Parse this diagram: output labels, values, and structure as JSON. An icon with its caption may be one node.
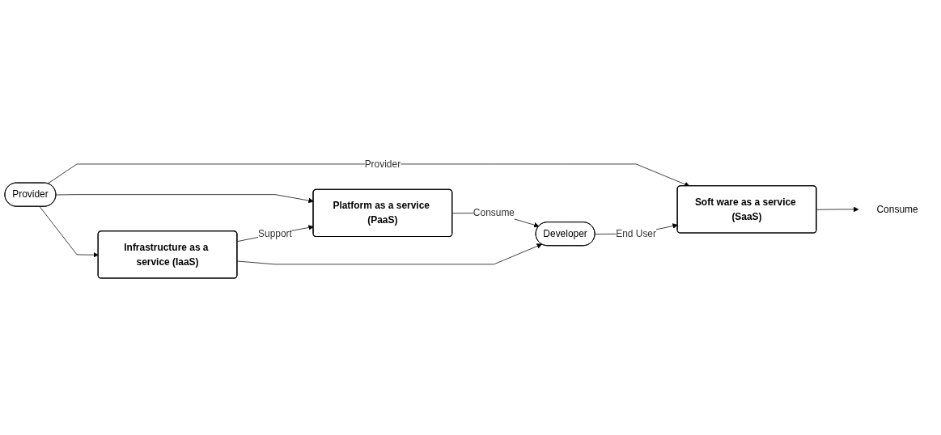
{
  "diagram": {
    "nodes": [
      {
        "text": [
          "Provider"
        ]
      },
      {
        "text": [
          "Soft ware as a service (SaaS)"
        ]
      },
      {
        "text": [
          "Platform as a service (PaaS)"
        ]
      },
      {
        "text": [
          "Infrastructure as a service (IaaS)"
        ]
      },
      {
        "text": [
          "Developer"
        ]
      },
      {
        "text": [
          "Consume"
        ]
      }
    ],
    "edges": [
      {
        "from": 0,
        "to": 1,
        "arrow": "to",
        "label": "Provider"
      },
      {
        "from": 0,
        "to": 2,
        "arrow": "to"
      },
      {
        "from": 0,
        "to": 3,
        "arrow": "to"
      },
      {
        "from": 3,
        "to": 2,
        "arrow": "to",
        "label": "Support"
      },
      {
        "from": 1,
        "to": 5,
        "arrow": "to"
      },
      {
        "from": 2,
        "to": 4,
        "arrow": "to",
        "label": "Consume"
      },
      {
        "from": 3,
        "to": 4,
        "arrow": "to"
      },
      {
        "from": 4,
        "to": 1,
        "arrow": "to",
        "label": "End User"
      }
    ]
  }
}
